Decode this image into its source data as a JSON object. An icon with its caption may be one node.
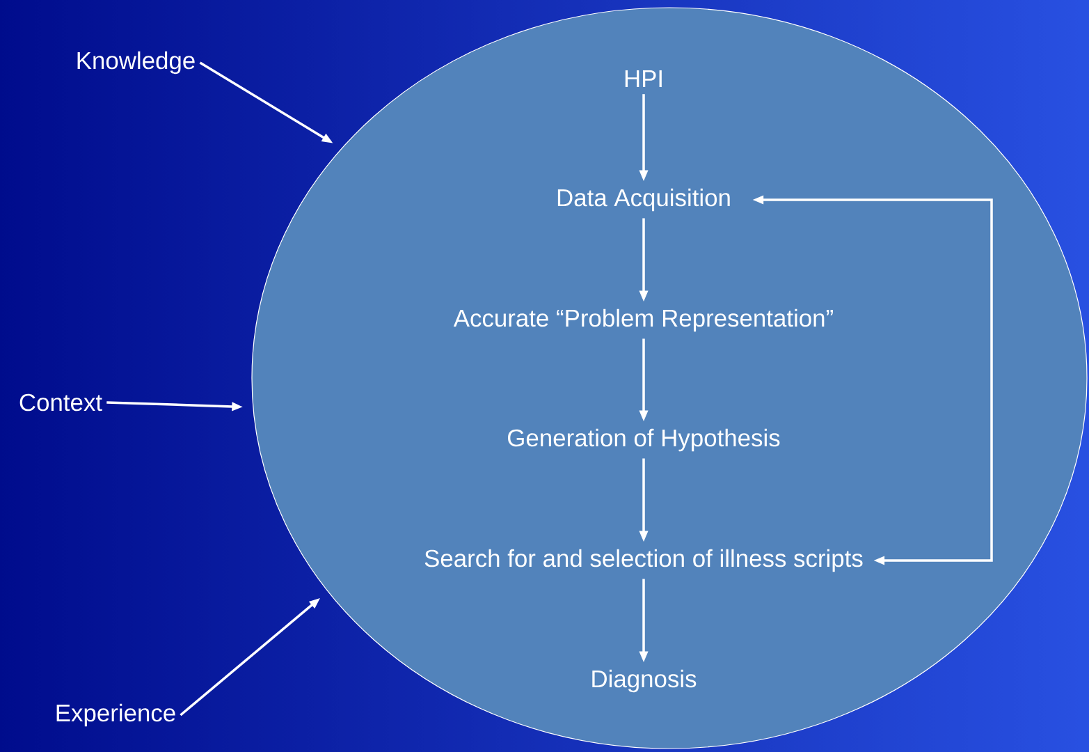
{
  "diagram": {
    "nodes": [
      {
        "text": [],
        "shape": "circle"
      },
      {
        "text": [
          "HPI"
        ],
        "in": 0
      },
      {
        "text": [
          "Data Acquisition"
        ],
        "in": 0
      },
      {
        "text": [
          "Accurate “Problem Representation”"
        ],
        "in": 0
      },
      {
        "text": [
          "Generation of Hypothesis"
        ],
        "in": 0
      },
      {
        "text": [
          "Search for and selection of illness scripts"
        ],
        "in": 0
      },
      {
        "text": [
          "Diagnosis"
        ],
        "in": 0
      },
      {
        "text": [
          "Knowledge"
        ]
      },
      {
        "text": [
          "Context"
        ]
      },
      {
        "text": [
          "Experience"
        ]
      }
    ],
    "edges": [
      {
        "from": 1,
        "to": 2,
        "arrow": "to"
      },
      {
        "from": 2,
        "to": 3,
        "arrow": "to"
      },
      {
        "from": 3,
        "to": 4,
        "arrow": "to"
      },
      {
        "from": 4,
        "to": 5,
        "arrow": "to"
      },
      {
        "from": 5,
        "to": 6,
        "arrow": "to"
      },
      {
        "from": 5,
        "to": 2,
        "arrow": "both"
      },
      {
        "from": 7,
        "to": 0,
        "arrow": "to"
      },
      {
        "from": 8,
        "to": 0,
        "arrow": "to"
      },
      {
        "from": 9,
        "to": 0,
        "arrow": "to"
      }
    ]
  }
}
